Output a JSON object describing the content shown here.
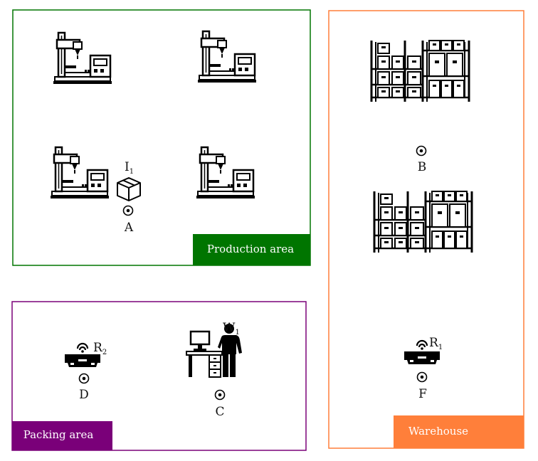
{
  "areas": {
    "production": {
      "label": "Production area",
      "color": "#007500"
    },
    "warehouse": {
      "label": "Warehouse",
      "color": "#ff7f3a"
    },
    "packing": {
      "label": "Packing area",
      "color": "#7a0079"
    }
  },
  "points": {
    "a": "A",
    "b": "B",
    "c": "C",
    "d": "D",
    "f": "F"
  },
  "entities": {
    "item": {
      "main": "I",
      "sub": "1"
    },
    "robot1": {
      "main": "R",
      "sub": "1"
    },
    "robot2": {
      "main": "R",
      "sub": "2"
    },
    "worker": {
      "main": "W",
      "sub": "1"
    }
  },
  "icons": [
    "machine-icon",
    "box-icon",
    "shelf-icon",
    "robot-icon",
    "worker-desk-icon",
    "location-marker-icon"
  ]
}
